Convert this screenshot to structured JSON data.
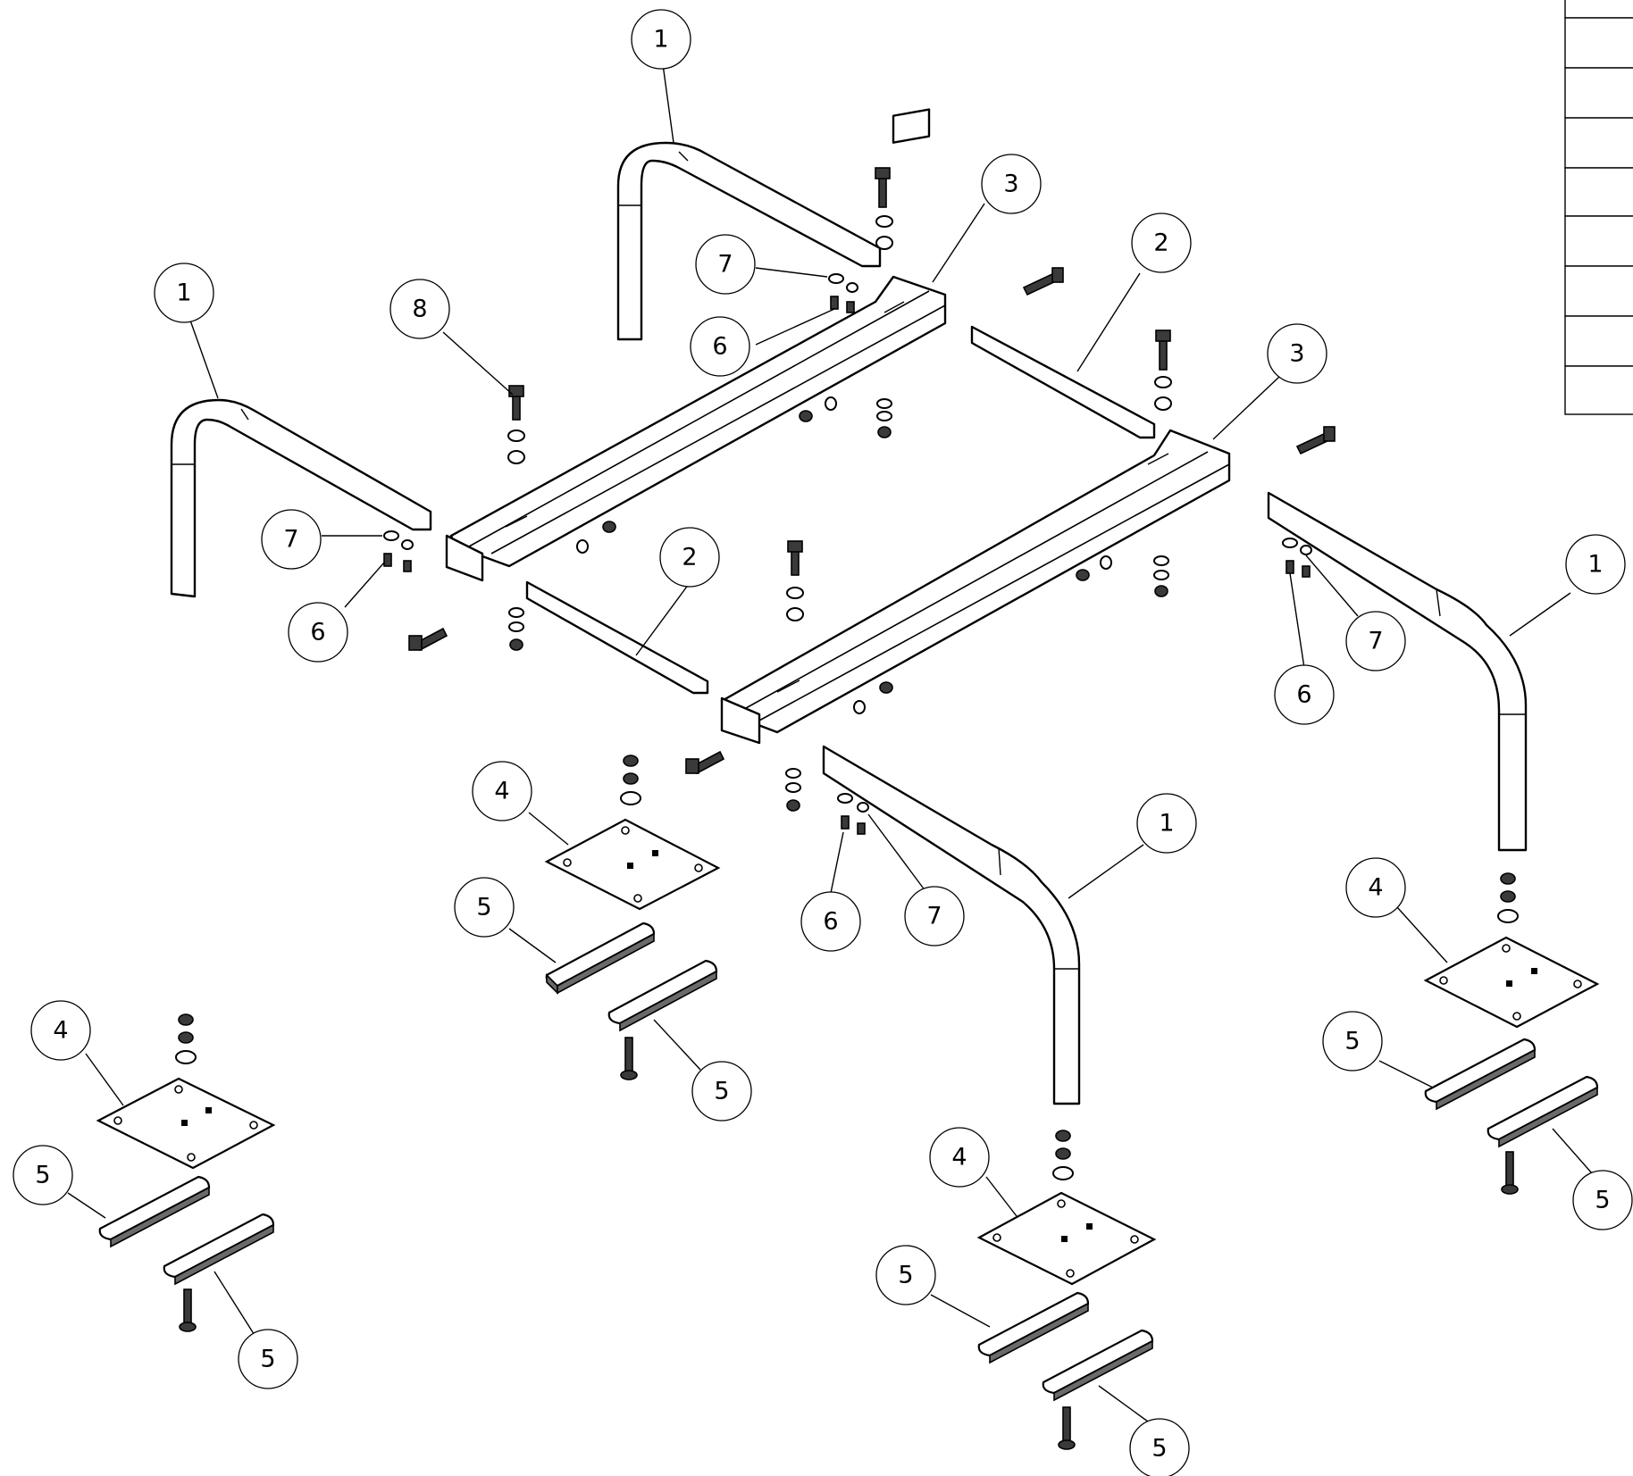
{
  "balloons": [
    {
      "id": "b1a",
      "label": "1"
    },
    {
      "id": "b1b",
      "label": "1"
    },
    {
      "id": "b1c",
      "label": "1"
    },
    {
      "id": "b1d",
      "label": "1"
    },
    {
      "id": "b2a",
      "label": "2"
    },
    {
      "id": "b2b",
      "label": "2"
    },
    {
      "id": "b3a",
      "label": "3"
    },
    {
      "id": "b3b",
      "label": "3"
    },
    {
      "id": "b4a",
      "label": "4"
    },
    {
      "id": "b4b",
      "label": "4"
    },
    {
      "id": "b4c",
      "label": "4"
    },
    {
      "id": "b4d",
      "label": "4"
    },
    {
      "id": "b5a",
      "label": "5"
    },
    {
      "id": "b5b",
      "label": "5"
    },
    {
      "id": "b5c",
      "label": "5"
    },
    {
      "id": "b5d",
      "label": "5"
    },
    {
      "id": "b5e",
      "label": "5"
    },
    {
      "id": "b5f",
      "label": "5"
    },
    {
      "id": "b5g",
      "label": "5"
    },
    {
      "id": "b5h",
      "label": "5"
    },
    {
      "id": "b6a",
      "label": "6"
    },
    {
      "id": "b6b",
      "label": "6"
    },
    {
      "id": "b6c",
      "label": "6"
    },
    {
      "id": "b6d",
      "label": "6"
    },
    {
      "id": "b7a",
      "label": "7"
    },
    {
      "id": "b7b",
      "label": "7"
    },
    {
      "id": "b7c",
      "label": "7"
    },
    {
      "id": "b7d",
      "label": "7"
    },
    {
      "id": "b8a",
      "label": "8"
    }
  ],
  "colors": {
    "line": "#000000",
    "fill": "#ffffff",
    "hardware": "#3a3a3a"
  }
}
